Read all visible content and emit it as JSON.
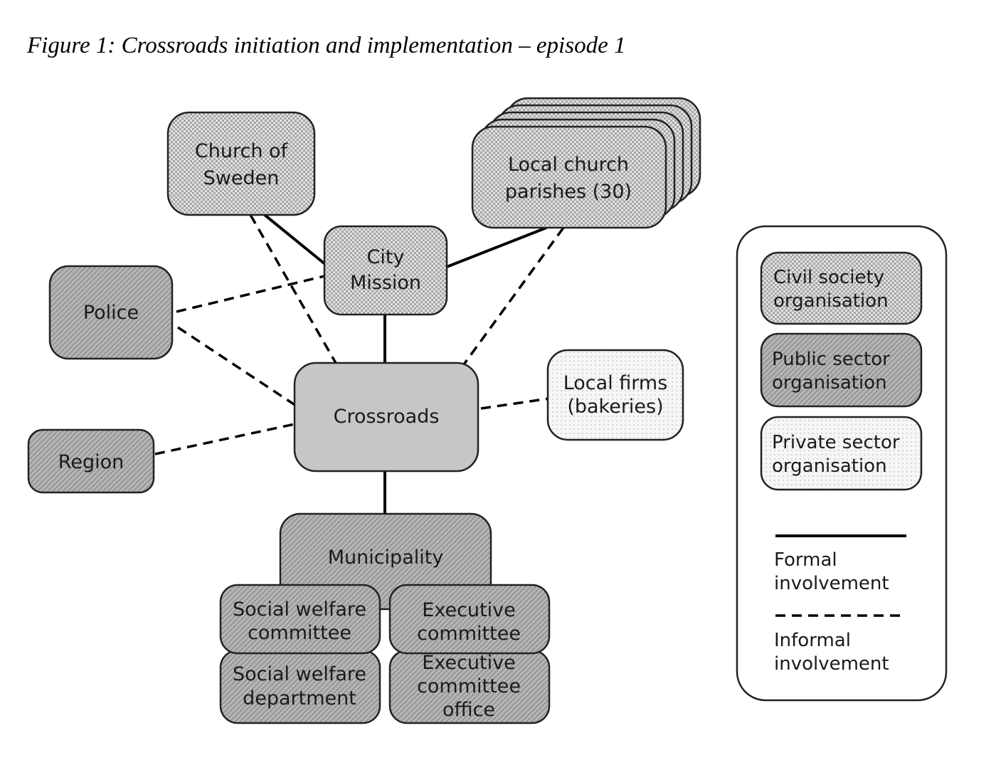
{
  "title": "Figure 1: Crossroads initiation and implementation – episode 1",
  "nodes": {
    "church_of_sweden": [
      "Church of",
      "Sweden"
    ],
    "local_church_parishes": [
      "Local church",
      "parishes (30)"
    ],
    "city_mission": [
      "City",
      "Mission"
    ],
    "police": [
      "Police"
    ],
    "region": [
      "Region"
    ],
    "crossroads": [
      "Crossroads"
    ],
    "local_firms": [
      "Local firms",
      "(bakeries)"
    ],
    "municipality": [
      "Municipality"
    ],
    "social_welfare_committee": [
      "Social welfare",
      "committee"
    ],
    "executive_committee": [
      "Executive",
      "committee"
    ],
    "social_welfare_department": [
      "Social welfare",
      "department"
    ],
    "executive_committee_office": [
      "Executive",
      "committee",
      "office"
    ]
  },
  "legend": {
    "civil_society": [
      "Civil society",
      "organisation"
    ],
    "public_sector": [
      "Public sector",
      "organisation"
    ],
    "private_sector": [
      "Private sector",
      "organisation"
    ],
    "formal": [
      "Formal",
      "involvement"
    ],
    "informal": [
      "Informal",
      "involvement"
    ]
  },
  "node_types": {
    "civil_society": "checkered",
    "public_sector": "diagonal-hatched",
    "private_sector": "dotted"
  },
  "edges": [
    {
      "from": "church_of_sweden",
      "to": "city_mission",
      "type": "formal"
    },
    {
      "from": "local_church_parishes",
      "to": "city_mission",
      "type": "formal"
    },
    {
      "from": "city_mission",
      "to": "crossroads",
      "type": "formal"
    },
    {
      "from": "crossroads",
      "to": "municipality",
      "type": "formal"
    },
    {
      "from": "church_of_sweden",
      "to": "crossroads",
      "type": "informal"
    },
    {
      "from": "local_church_parishes",
      "to": "crossroads",
      "type": "informal"
    },
    {
      "from": "police",
      "to": "city_mission",
      "type": "informal"
    },
    {
      "from": "police",
      "to": "crossroads",
      "type": "informal"
    },
    {
      "from": "region",
      "to": "crossroads",
      "type": "informal"
    },
    {
      "from": "local_firms",
      "to": "crossroads",
      "type": "informal"
    }
  ],
  "colors": {
    "civil_society_fill": "#c8c8c8",
    "public_sector_fill": "#a8a8a8",
    "crossroads_fill": "#c6c6c6",
    "private_sector_fill": "#f4f4f4",
    "stroke": "#222222"
  }
}
